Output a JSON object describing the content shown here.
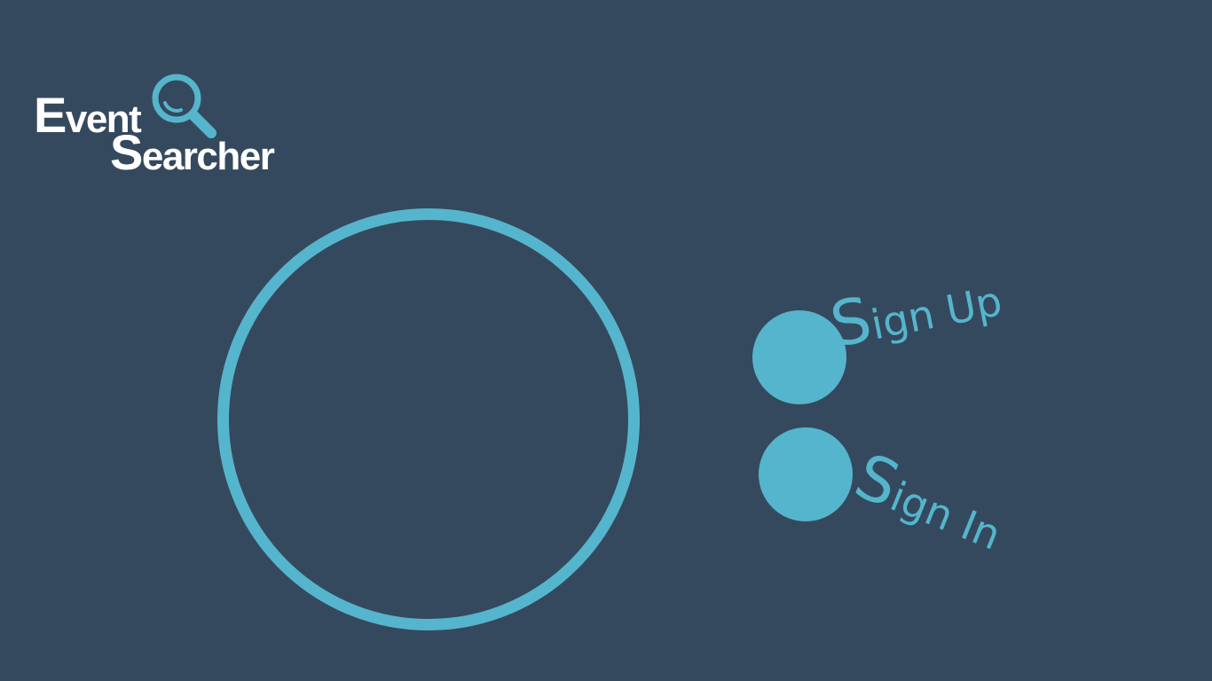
{
  "logo": {
    "line1": "Event",
    "line2": "Searcher",
    "icon": "magnifier-icon"
  },
  "nav": {
    "sign_up": "Sign Up",
    "sign_in": "Sign In"
  },
  "colors": {
    "background": "#35495e",
    "accent": "#55b5cc",
    "logo_text": "#ffffff"
  }
}
